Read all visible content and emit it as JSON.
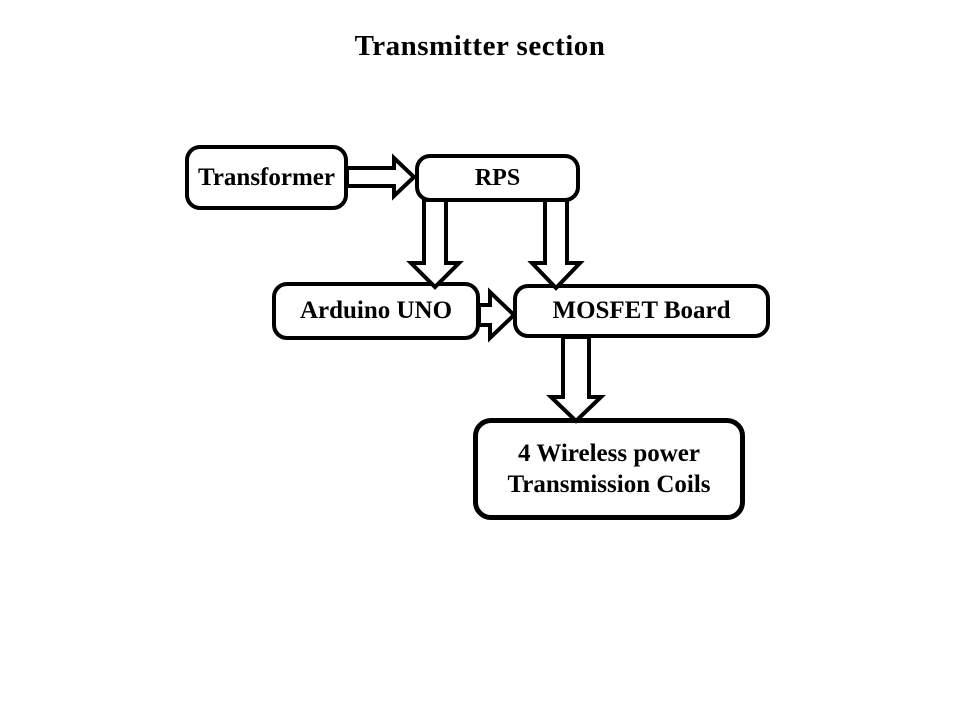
{
  "title": "Transmitter section",
  "nodes": {
    "transformer": {
      "label": "Transformer"
    },
    "rps": {
      "label": "RPS"
    },
    "arduino": {
      "label": "Arduino UNO"
    },
    "mosfet": {
      "label": "MOSFET Board"
    },
    "coils": {
      "line1": "4 Wireless power",
      "line2": "Transmission Coils"
    }
  },
  "edges": [
    {
      "from": "Transformer",
      "to": "RPS"
    },
    {
      "from": "RPS",
      "to": "Arduino UNO"
    },
    {
      "from": "RPS",
      "to": "MOSFET Board"
    },
    {
      "from": "Arduino UNO",
      "to": "MOSFET Board"
    },
    {
      "from": "MOSFET Board",
      "to": "4 Wireless power Transmission Coils"
    }
  ],
  "colors": {
    "ink": "#000000",
    "box_fill": "#ffffff",
    "background": "#ffffff"
  }
}
